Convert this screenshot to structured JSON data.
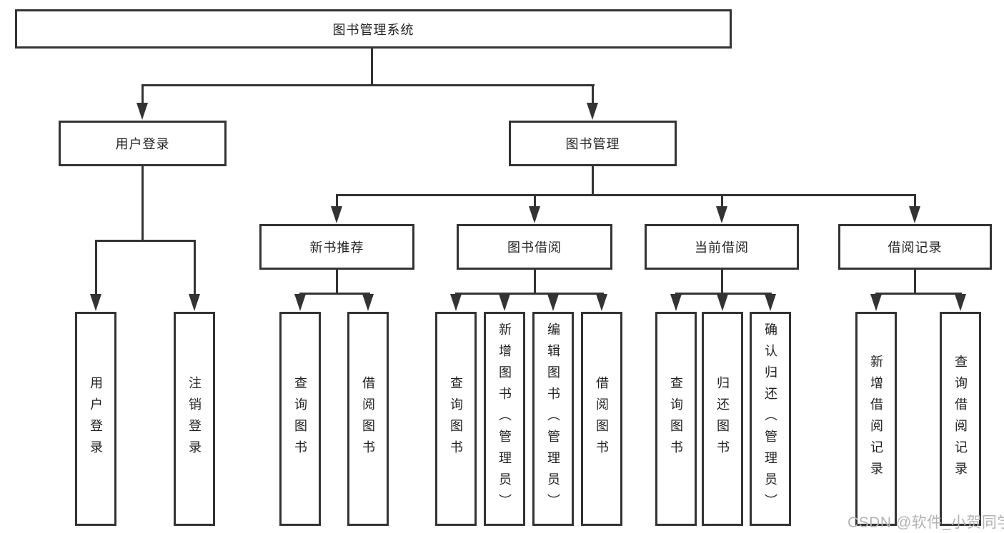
{
  "root": {
    "label": "图书管理系统"
  },
  "level2": [
    {
      "label": "用户登录"
    },
    {
      "label": "图书管理"
    }
  ],
  "level3": [
    {
      "label": "新书推荐"
    },
    {
      "label": "图书借阅"
    },
    {
      "label": "当前借阅"
    },
    {
      "label": "借阅记录"
    }
  ],
  "leaves": {
    "user_login": [
      {
        "label": "用户登录"
      },
      {
        "label": "注销登录"
      }
    ],
    "new_books": [
      {
        "label": "查询图书"
      },
      {
        "label": "借阅图书"
      }
    ],
    "book_borrow": [
      {
        "label": "查询图书"
      },
      {
        "label": "新增图书（管理员）"
      },
      {
        "label": "编辑图书（管理员）"
      },
      {
        "label": "借阅图书"
      }
    ],
    "current_borrow": [
      {
        "label": "查询图书"
      },
      {
        "label": "归还图书"
      },
      {
        "label": "确认归还（管理员）"
      }
    ],
    "borrow_records": [
      {
        "label": "新增借阅记录"
      },
      {
        "label": "查询借阅记录"
      }
    ]
  },
  "watermark": {
    "text": "CSDN @软件_小贺同学"
  },
  "colors": {
    "line": "#333333",
    "text": "#222222",
    "background": "#ffffff",
    "watermark": "#b3b3b3"
  }
}
